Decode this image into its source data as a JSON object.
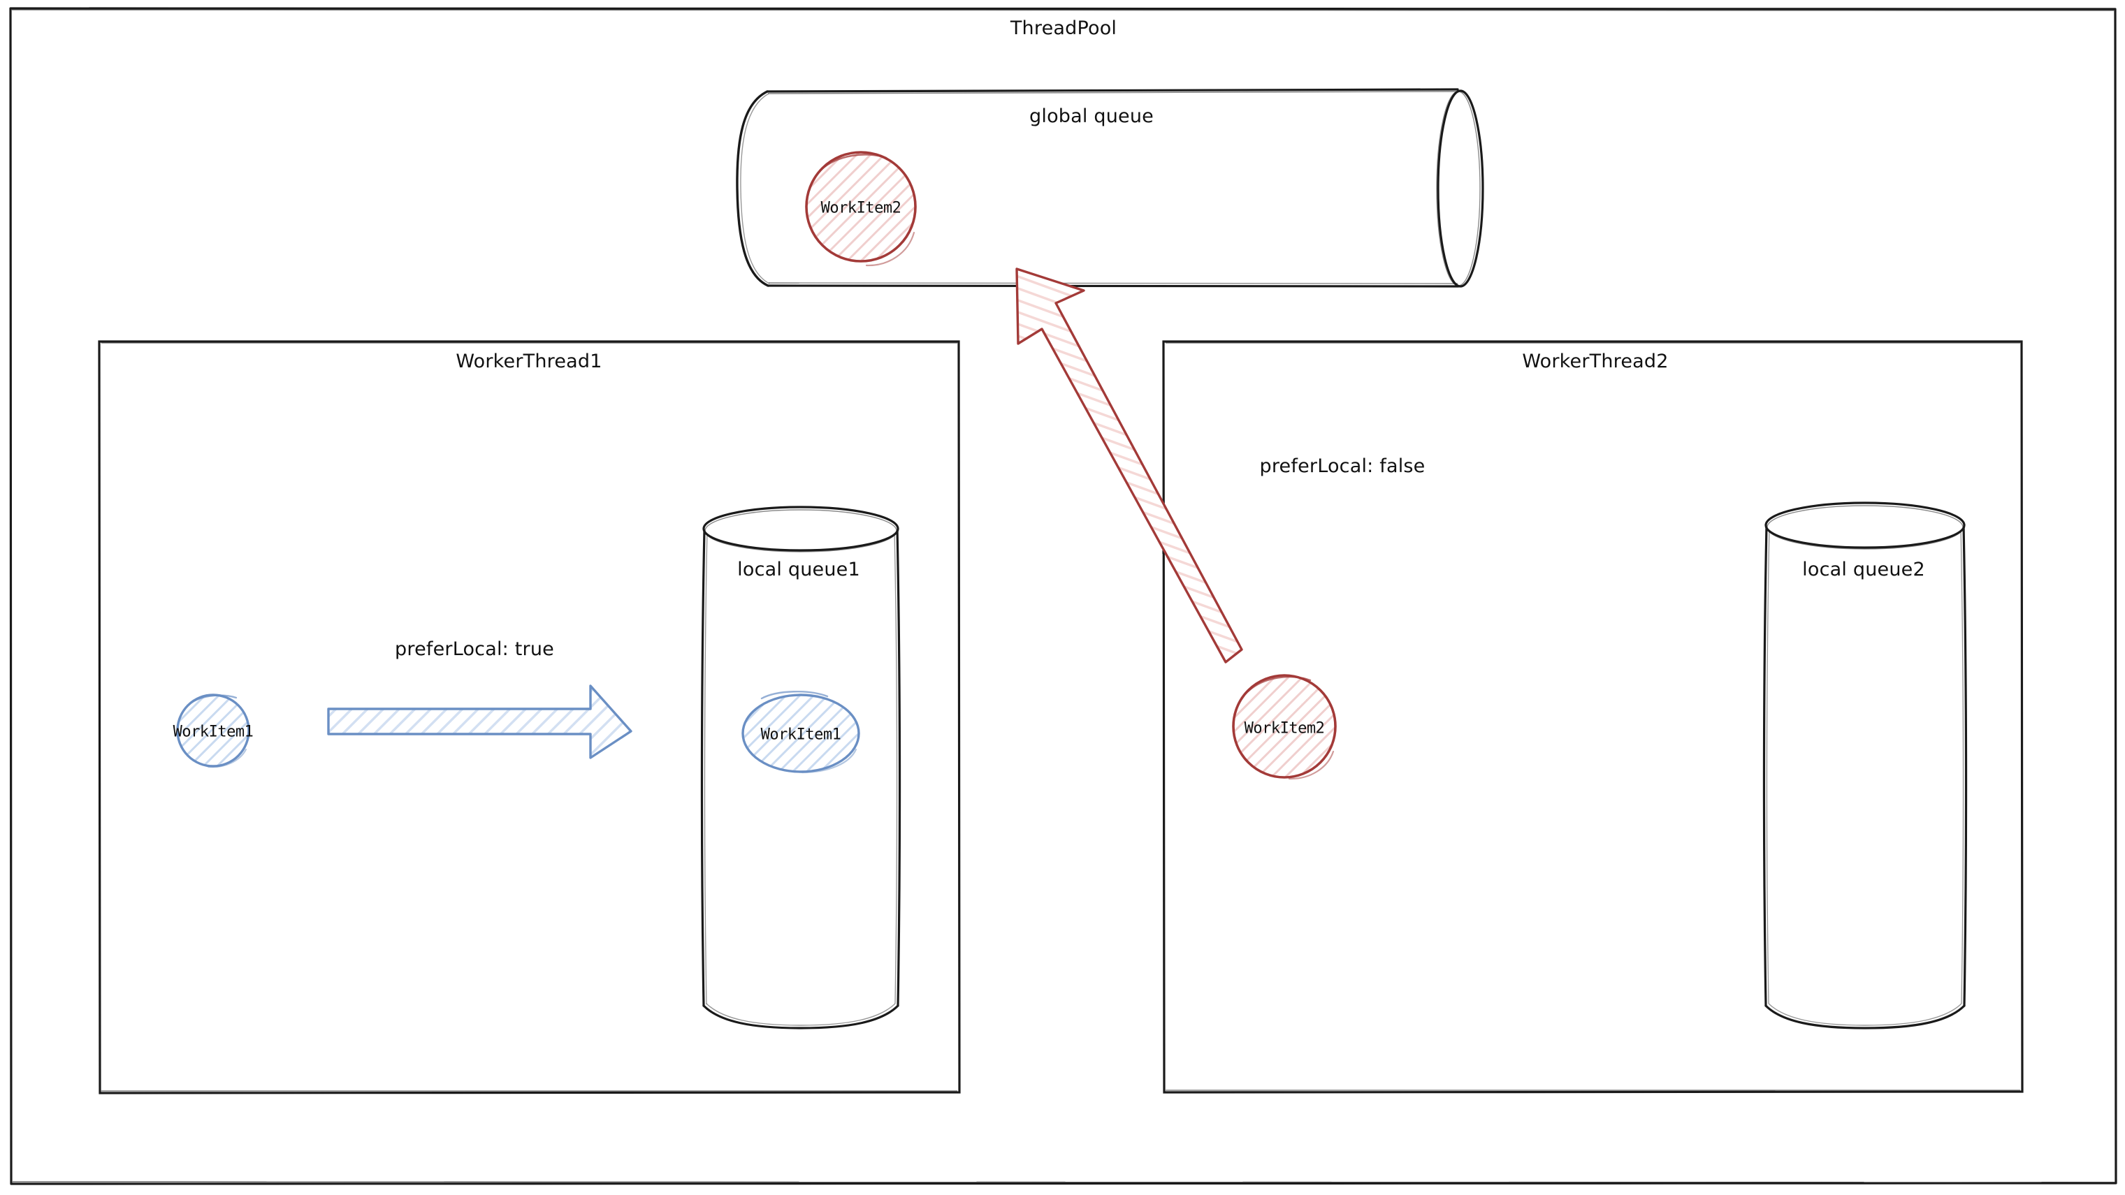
{
  "diagram": {
    "title": "ThreadPool",
    "global_queue": {
      "label": "global queue",
      "items": [
        {
          "label": "WorkItem2",
          "color": "#a33a38"
        }
      ]
    },
    "workers": [
      {
        "title": "WorkerThread1",
        "flag_label": "preferLocal: true",
        "pending_item": {
          "label": "WorkItem1",
          "color": "#6a8fc4"
        },
        "arrow": {
          "color": "#6a8fc4",
          "direction": "right",
          "style": "block-arrow-hatched"
        },
        "queue": {
          "label": "local queue1",
          "items": [
            {
              "label": "WorkItem1",
              "color": "#6a8fc4"
            }
          ]
        }
      },
      {
        "title": "WorkerThread2",
        "flag_label": "preferLocal: false",
        "pending_item": {
          "label": "WorkItem2",
          "color": "#a33a38"
        },
        "arrow": {
          "color": "#a33a38",
          "direction": "up-left",
          "style": "block-arrow-hatched",
          "target": "global queue"
        },
        "queue": {
          "label": "local queue2",
          "items": []
        }
      }
    ],
    "colors": {
      "stroke": "#1a1a1a",
      "blue": "#6a8fc4",
      "blue_fill": "#dbe5f3",
      "red": "#a33a38",
      "red_fill": "#f3cfcd",
      "background": "#ffffff"
    }
  }
}
